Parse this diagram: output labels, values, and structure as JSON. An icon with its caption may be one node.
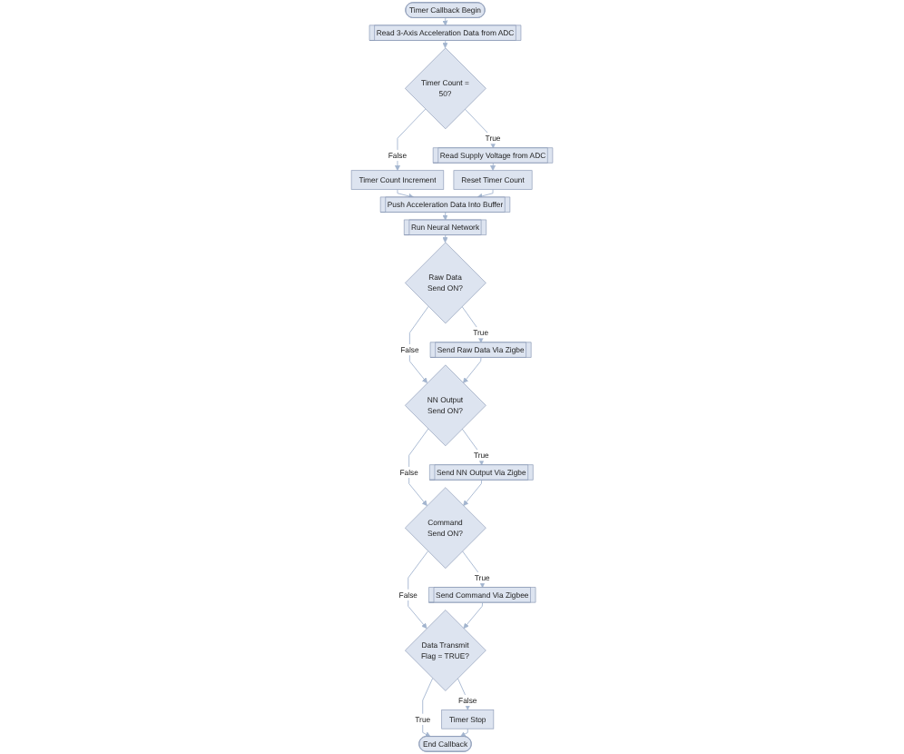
{
  "diagram": {
    "nodes": [
      {
        "text": [
          "Timer Callback Begin"
        ]
      },
      {
        "text": [
          "Read 3-Axis Acceleration Data from ADC"
        ]
      },
      {
        "text": [
          "Timer Count = 50?"
        ]
      },
      {
        "text": [
          "Timer Count Increment"
        ]
      },
      {
        "text": [
          "Read Supply Voltage from ADC"
        ]
      },
      {
        "text": [
          "Reset Timer Count"
        ]
      },
      {
        "text": [
          "Push Acceleration Data Into Buffer"
        ]
      },
      {
        "text": [
          "Run Neural Network"
        ]
      },
      {
        "text": [
          "Raw Data Send ON?"
        ]
      },
      {
        "text": [
          "Send Raw Data Via Zigbe"
        ]
      },
      {
        "text": [
          "NN Output Send ON?"
        ]
      },
      {
        "text": [
          "Send NN Output Via Zigbe"
        ]
      },
      {
        "text": [
          "Command Send ON?"
        ]
      },
      {
        "text": [
          "Send Command Via Zigbee"
        ]
      },
      {
        "text": [
          "Data Transmit Flag = TRUE?"
        ]
      },
      {
        "text": [
          "Timer Stop"
        ]
      },
      {
        "text": [
          "End Callback"
        ]
      }
    ],
    "edges": [
      {
        "from": 0,
        "to": 1,
        "arrow": "to"
      },
      {
        "from": 1,
        "to": 2,
        "arrow": "to"
      },
      {
        "from": 2,
        "to": 3,
        "arrow": "to",
        "label": "False"
      },
      {
        "from": 2,
        "to": 4,
        "arrow": "to",
        "label": "True"
      },
      {
        "from": 4,
        "to": 5,
        "arrow": "to"
      },
      {
        "from": 3,
        "to": 6,
        "arrow": "to"
      },
      {
        "from": 5,
        "to": 6,
        "arrow": "to"
      },
      {
        "from": 6,
        "to": 7,
        "arrow": "to"
      },
      {
        "from": 7,
        "to": 8,
        "arrow": "to"
      },
      {
        "from": 8,
        "to": 9,
        "arrow": "to",
        "label": "True"
      },
      {
        "from": 8,
        "to": 10,
        "arrow": "to",
        "label": "False"
      },
      {
        "from": 9,
        "to": 10,
        "arrow": "to"
      },
      {
        "from": 10,
        "to": 11,
        "arrow": "to",
        "label": "True"
      },
      {
        "from": 10,
        "to": 12,
        "arrow": "to",
        "label": "False"
      },
      {
        "from": 11,
        "to": 12,
        "arrow": "to"
      },
      {
        "from": 12,
        "to": 13,
        "arrow": "to",
        "label": "True"
      },
      {
        "from": 12,
        "to": 14,
        "arrow": "to",
        "label": "False"
      },
      {
        "from": 13,
        "to": 14,
        "arrow": "to"
      },
      {
        "from": 14,
        "to": 15,
        "arrow": "to",
        "label": "False"
      },
      {
        "from": 14,
        "to": 16,
        "arrow": "to",
        "label": "True"
      },
      {
        "from": 15,
        "to": 16,
        "arrow": "to"
      }
    ]
  }
}
